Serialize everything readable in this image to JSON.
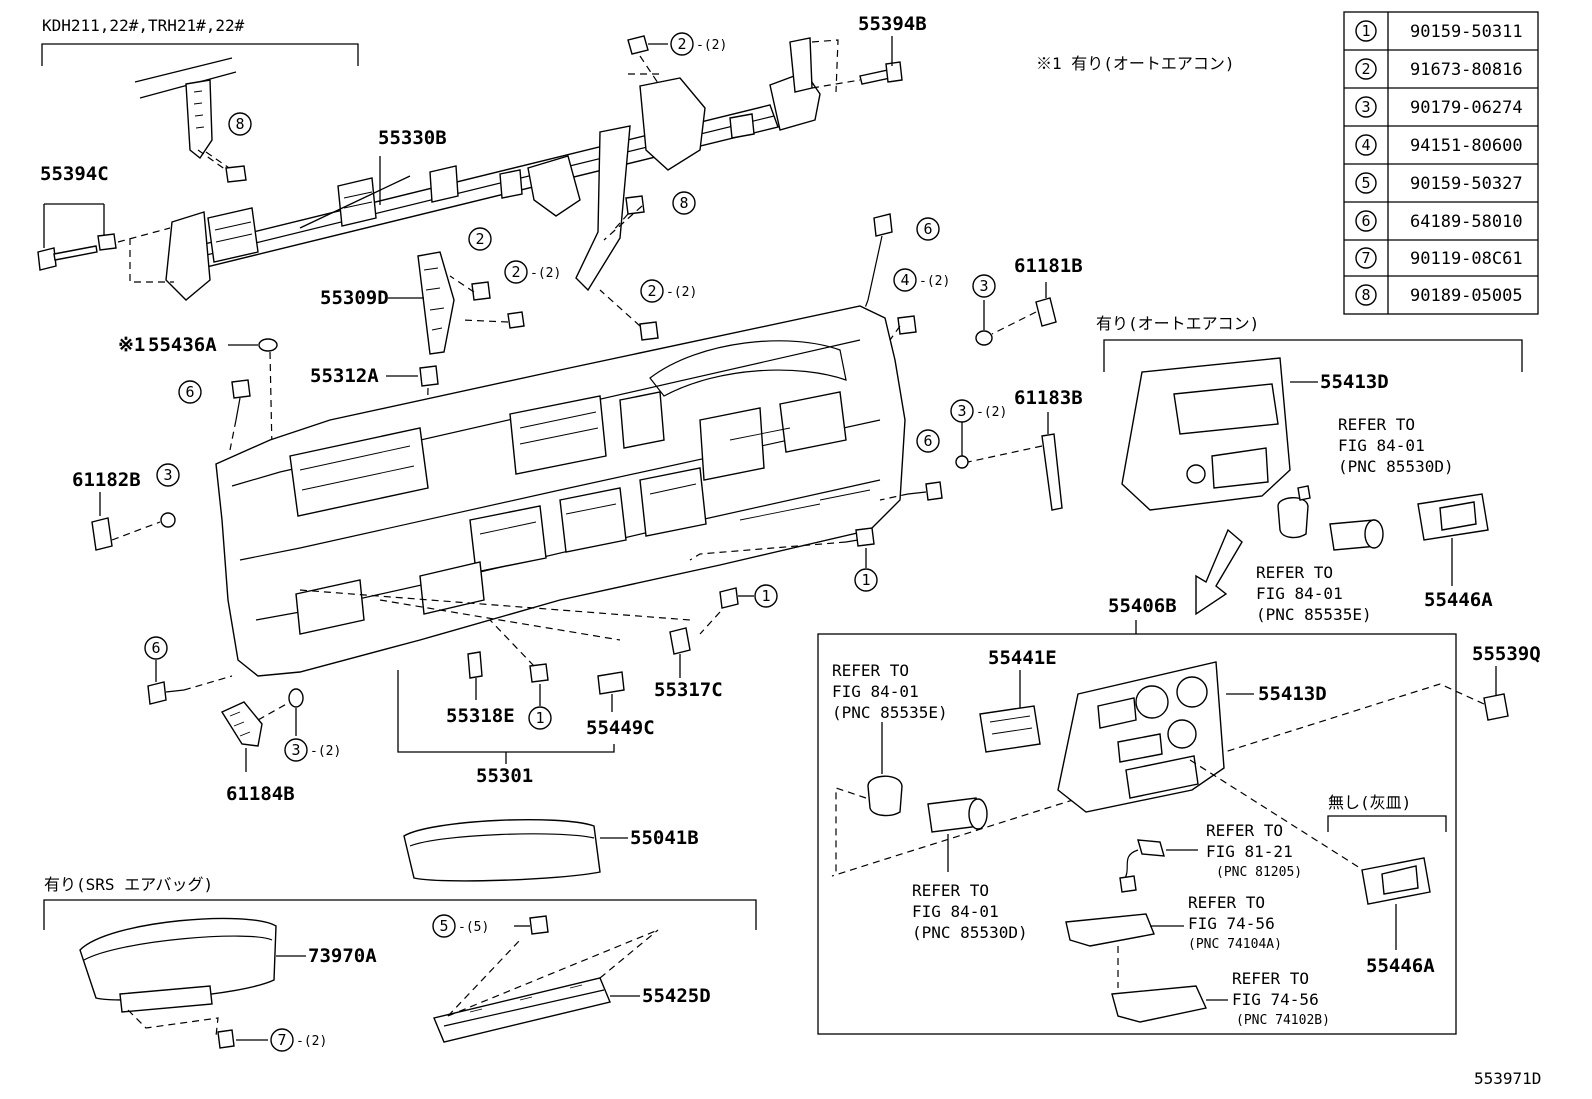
{
  "model_label": "KDH211,22#,TRH21#,22#",
  "note_top": "※1 有り(オートエアコン)",
  "group_auto_ac": "有り(オートエアコン)",
  "group_srs": "有り(SRS エアバッグ)",
  "group_ashtray": "無し(灰皿)",
  "figure_code": "553971D",
  "parts": {
    "p55394B": "55394B",
    "p55330B": "55330B",
    "p55394C": "55394C",
    "p55309D": "55309D",
    "p55436A": "55436A",
    "p55436A_mark": "※1",
    "p55312A": "55312A",
    "p61181B": "61181B",
    "p61183B": "61183B",
    "p61182B": "61182B",
    "p55413D_top": "55413D",
    "p55446A_top": "55446A",
    "p55406B": "55406B",
    "p55539Q": "55539Q",
    "p55441E": "55441E",
    "p55413D_box": "55413D",
    "p55317C": "55317C",
    "p55318E": "55318E",
    "p55449C": "55449C",
    "p55301": "55301",
    "p61184B": "61184B",
    "p55041B": "55041B",
    "p73970A": "73970A",
    "p55425D": "55425D",
    "p55446A_box": "55446A"
  },
  "refs": {
    "r1": [
      "REFER TO",
      "FIG 84-01",
      "(PNC 85530D)"
    ],
    "r2": [
      "REFER TO",
      "FIG 84-01",
      "(PNC 85535E)"
    ],
    "r3": [
      "REFER TO",
      "FIG 84-01",
      "(PNC 85535E)"
    ],
    "r4": [
      "REFER TO",
      "FIG 84-01",
      "(PNC 85530D)"
    ],
    "r5": [
      "REFER TO",
      "FIG 81-21",
      "(PNC 81205)"
    ],
    "r6": [
      "REFER TO",
      "FIG 74-56",
      "(PNC 74104A)"
    ],
    "r7": [
      "REFER TO",
      "FIG 74-56",
      "(PNC 74102B)"
    ]
  },
  "callouts": {
    "c2a": {
      "num": "2",
      "qty": "-(2)"
    },
    "c8a": {
      "num": "8",
      "qty": ""
    },
    "c8b": {
      "num": "8",
      "qty": ""
    },
    "c6a": {
      "num": "6",
      "qty": ""
    },
    "c2b": {
      "num": "2",
      "qty": ""
    },
    "c2c": {
      "num": "2",
      "qty": "-(2)"
    },
    "c2d": {
      "num": "2",
      "qty": "-(2)"
    },
    "c4a": {
      "num": "4",
      "qty": "-(2)"
    },
    "c3a": {
      "num": "3",
      "qty": ""
    },
    "c6b": {
      "num": "6",
      "qty": ""
    },
    "c3b": {
      "num": "3",
      "qty": ""
    },
    "c3c": {
      "num": "3",
      "qty": "-(2)"
    },
    "c6c": {
      "num": "6",
      "qty": ""
    },
    "c1a": {
      "num": "1",
      "qty": ""
    },
    "c1b": {
      "num": "1",
      "qty": ""
    },
    "c6d": {
      "num": "6",
      "qty": ""
    },
    "c3d": {
      "num": "3",
      "qty": "-(2)"
    },
    "c1c": {
      "num": "1",
      "qty": ""
    },
    "c5a": {
      "num": "5",
      "qty": "-(5)"
    },
    "c7a": {
      "num": "7",
      "qty": "-(2)"
    }
  },
  "fastener_table": [
    {
      "num": "1",
      "part": "90159-50311"
    },
    {
      "num": "2",
      "part": "91673-80816"
    },
    {
      "num": "3",
      "part": "90179-06274"
    },
    {
      "num": "4",
      "part": "94151-80600"
    },
    {
      "num": "5",
      "part": "90159-50327"
    },
    {
      "num": "6",
      "part": "64189-58010"
    },
    {
      "num": "7",
      "part": "90119-08C61"
    },
    {
      "num": "8",
      "part": "90189-05005"
    }
  ]
}
